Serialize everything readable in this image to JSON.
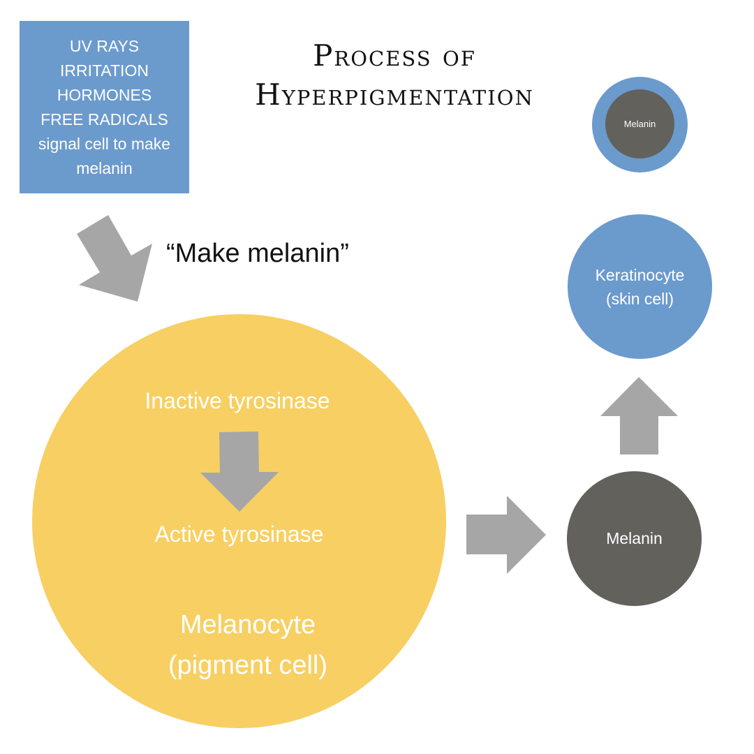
{
  "title": {
    "line1": "Process of",
    "line2": "Hyperpigmentation"
  },
  "triggers": {
    "lines": [
      "UV RAYS",
      "IRRITATION",
      "HORMONES",
      "FREE RADICALS",
      "signal cell to make",
      "melanin"
    ]
  },
  "signal_label": "“Make melanin”",
  "melanocyte": {
    "inactive": "Inactive tyrosinase",
    "active": "Active tyrosinase",
    "name_line1": "Melanocyte",
    "name_line2": "(pigment cell)"
  },
  "melanin": {
    "label": "Melanin"
  },
  "keratinocyte": {
    "line1": "Keratinocyte",
    "line2": "(skin cell)",
    "inner_melanin_label": "Melanin"
  },
  "colors": {
    "blue": "#6b9acd",
    "yellow": "#f7cf63",
    "dark_gray": "#62615c",
    "arrow_gray": "#a6a6a6"
  }
}
